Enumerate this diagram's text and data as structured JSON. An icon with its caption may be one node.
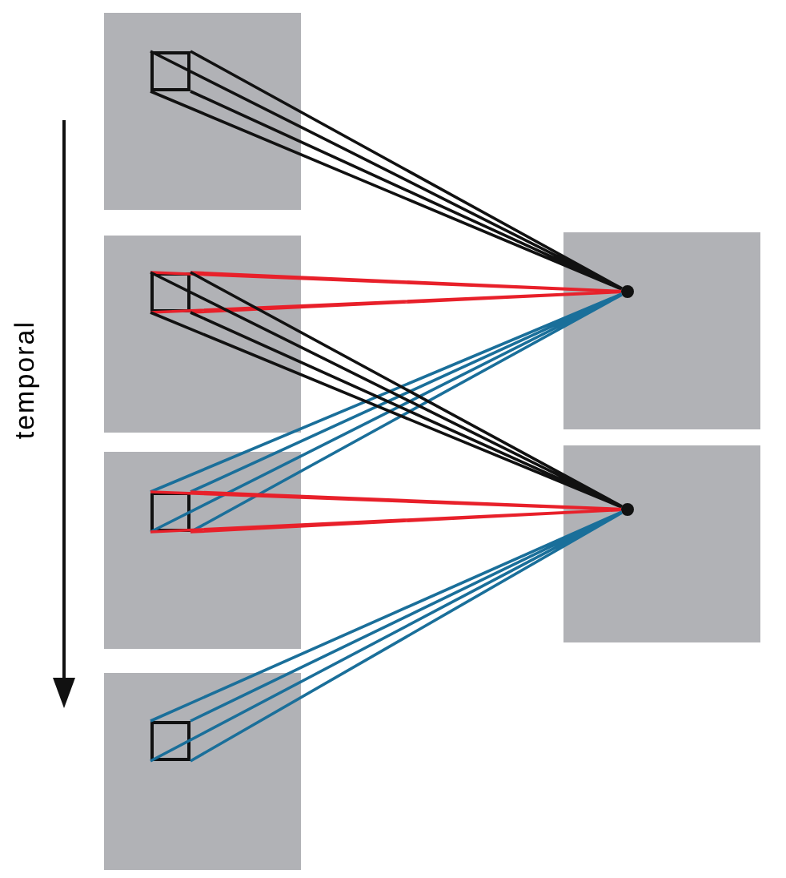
{
  "diagram": {
    "nodes": [
      {
        "text": [],
        "shape": "box"
      },
      {
        "text": [],
        "shape": "box"
      },
      {
        "text": [],
        "shape": "box"
      },
      {
        "text": [],
        "shape": "box"
      },
      {
        "text": [],
        "shape": "box"
      },
      {
        "text": [],
        "shape": "box"
      },
      {
        "text": [],
        "shape": "box",
        "in": 0
      },
      {
        "text": [],
        "shape": "box",
        "in": 1
      },
      {
        "text": [],
        "shape": "box",
        "in": 2
      },
      {
        "text": [],
        "shape": "box",
        "in": 3
      },
      {
        "text": [],
        "shape": "circle",
        "in": 4
      },
      {
        "text": [],
        "shape": "circle",
        "in": 5
      }
    ],
    "edges": [
      {
        "from": 6,
        "to": 10,
        "arrow": "none"
      },
      {
        "from": 7,
        "to": 10,
        "arrow": "none",
        "color": "#e8202a"
      },
      {
        "from": 8,
        "to": 10,
        "arrow": "none",
        "color": "#1a6f9a"
      },
      {
        "from": 7,
        "to": 11,
        "arrow": "none"
      },
      {
        "from": 8,
        "to": 11,
        "arrow": "none",
        "color": "#e8202a"
      },
      {
        "from": 9,
        "to": 11,
        "arrow": "none",
        "color": "#1a6f9a"
      }
    ],
    "labels": [
      "temporal"
    ]
  }
}
